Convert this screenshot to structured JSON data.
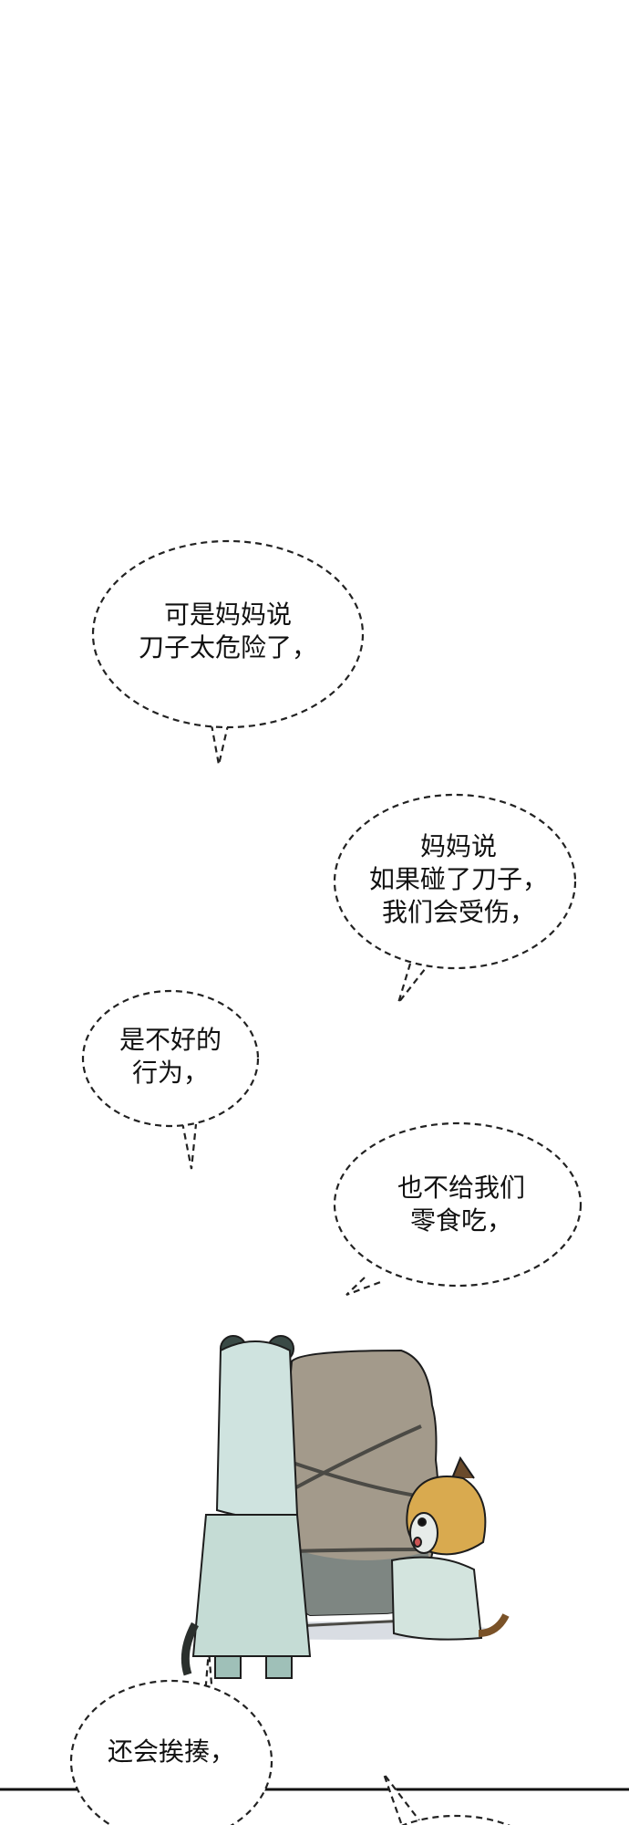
{
  "bubbles": [
    {
      "lines": [
        "可是妈妈说",
        "刀子太危险了，"
      ]
    },
    {
      "lines": [
        "妈妈说",
        "如果碰了刀子，",
        "我们会受伤，"
      ]
    },
    {
      "lines": [
        "是不好的",
        "行为，"
      ]
    },
    {
      "lines": [
        "也不给我们",
        "零食吃，"
      ]
    },
    {
      "lines": [
        "还会挨揍，"
      ]
    }
  ],
  "colors": {
    "ink": "#111111",
    "bubble_stroke": "#222222",
    "background": "#ffffff"
  }
}
